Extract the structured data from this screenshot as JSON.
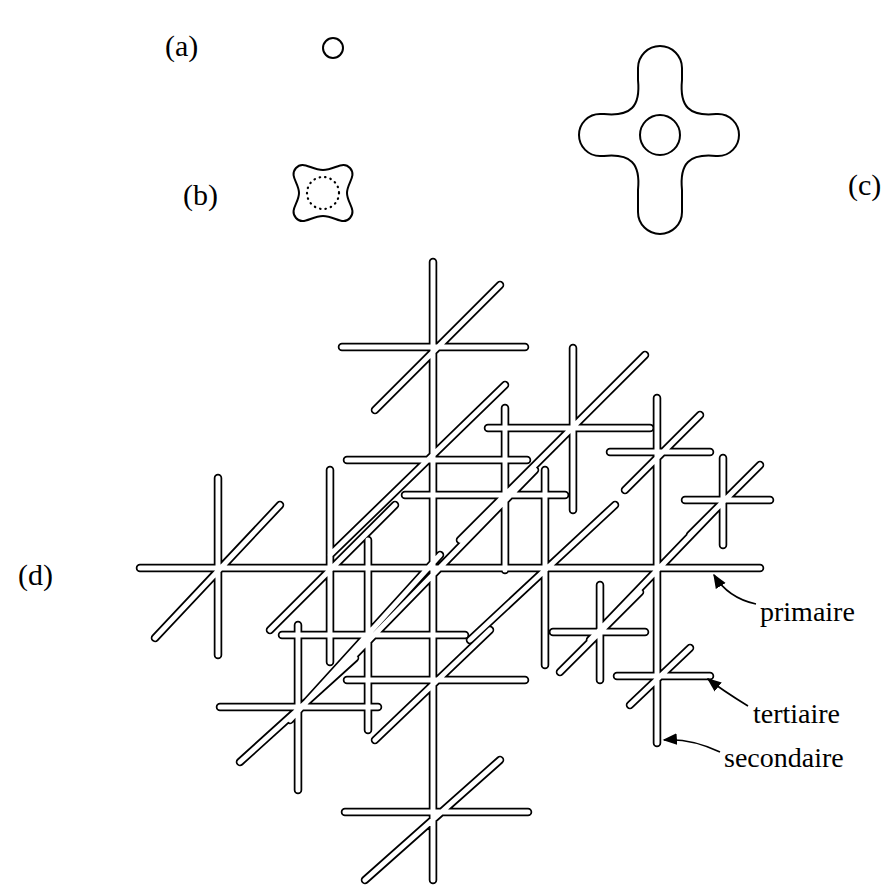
{
  "diagram": {
    "labels": [
      "(a)",
      "(b)",
      "(c)",
      "(d)",
      "primaire",
      "tertiaire",
      "secondaire"
    ]
  }
}
